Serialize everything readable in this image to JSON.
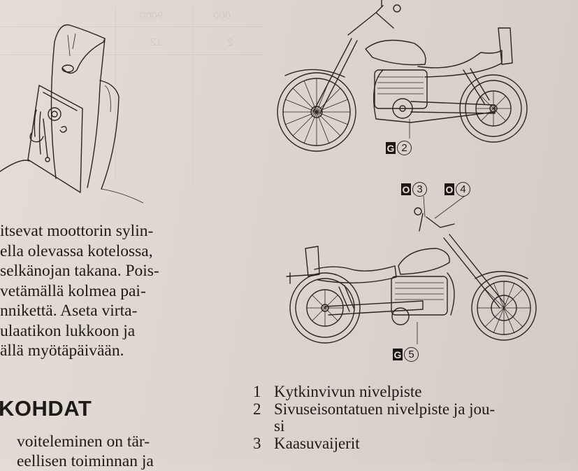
{
  "page": {
    "background_color": "#ddd6cf",
    "ink_color": "#1e1a18"
  },
  "left_column": {
    "paragraph_lines": [
      "itsevat moottorin sylin-",
      "ella olevassa kotelossa,",
      "selkänojan takana. Pois-",
      "vetämällä kolmea pai-",
      "nnikettä. Aseta virta-",
      "ulaatikon lukkoon ja",
      "ällä myötäpäivään."
    ],
    "section_heading": "KOHDAT",
    "section_body_lines": [
      "voiteleminen on tär-",
      "eellisen toiminnan ja"
    ]
  },
  "illustrations": {
    "toolkit": {
      "icon": "toolkit-case-with-keys-icon"
    },
    "motorcycle_right_side": {
      "icon": "motorcycle-right-side-icon",
      "callouts": [
        {
          "code": "G",
          "number": "2"
        }
      ]
    },
    "motorcycle_left_side": {
      "icon": "motorcycle-left-side-icon",
      "callouts": [
        {
          "code": "O",
          "number": "3"
        },
        {
          "code": "O",
          "number": "4"
        },
        {
          "code": "G",
          "number": "5"
        }
      ]
    }
  },
  "legend": {
    "items": [
      {
        "number": "1",
        "label": "Kytkinvivun nivelpiste",
        "continuation": ""
      },
      {
        "number": "2",
        "label": "Sivuseisontatuen nivelpiste ja jou-",
        "continuation": "si"
      },
      {
        "number": "3",
        "label": "Kaasuvaijerit",
        "continuation": ""
      }
    ]
  },
  "showthrough": {
    "values": [
      "9000",
      "000",
      "12",
      "2"
    ]
  }
}
